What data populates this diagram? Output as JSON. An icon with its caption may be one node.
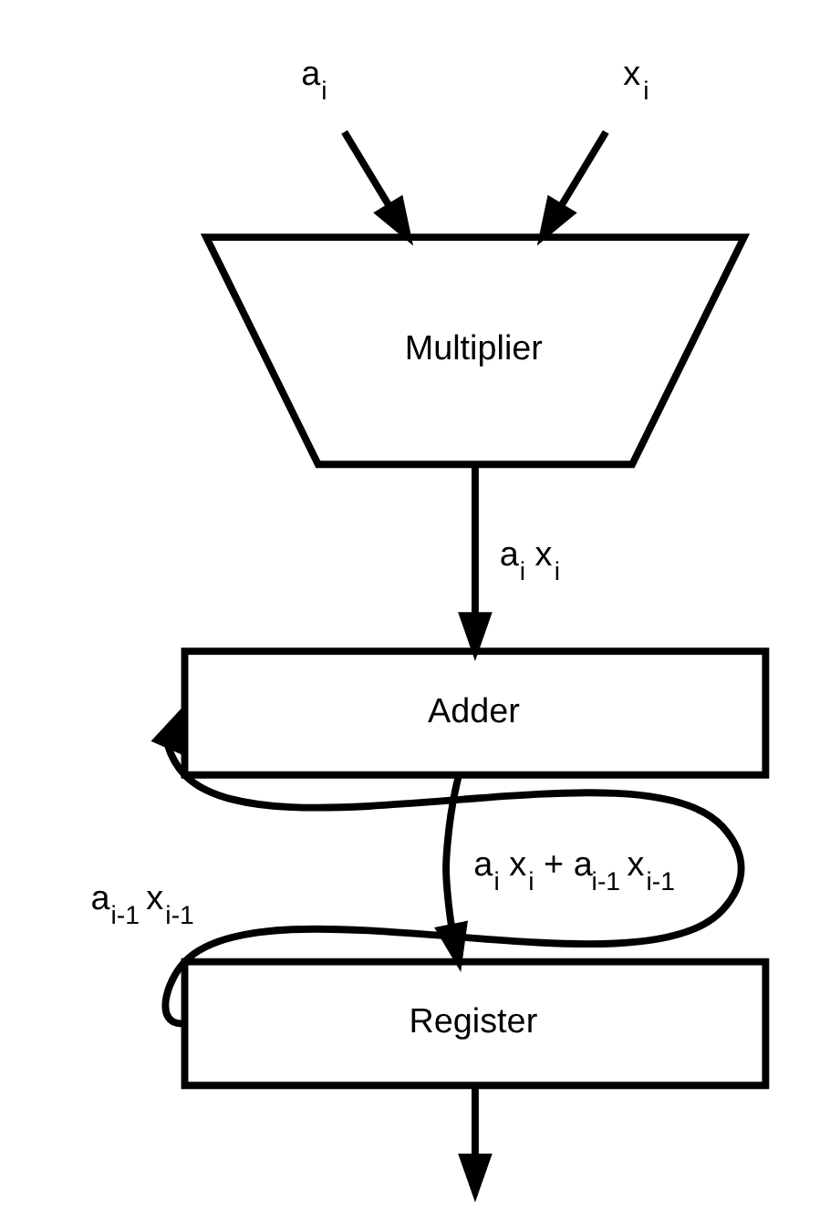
{
  "diagram": {
    "nodes": [
      {
        "text": [
          "a$_{i}$"
        ]
      },
      {
        "text": [
          "x$_{i}$"
        ]
      },
      {
        "text": [
          "Multiplier"
        ]
      },
      {
        "text": [
          "Adder"
        ]
      },
      {
        "text": [
          "Register"
        ]
      }
    ],
    "edges": [
      {
        "from": 0,
        "to": 2,
        "arrow": "to"
      },
      {
        "from": 1,
        "to": 2,
        "arrow": "to"
      },
      {
        "from": 2,
        "to": 3,
        "label": "a$_{i}$ x$_{i}$",
        "arrow": "to"
      },
      {
        "from": 3,
        "to": 4,
        "label": "a$_{i}$ x$_{i}$ + a$_{i-1}$ x$_{i-1}$",
        "arrow": "to"
      },
      {
        "from": 4,
        "to": null,
        "arrow": "to"
      },
      {
        "from": 4,
        "to": 3,
        "label": "a$_{i-1}$ x$_{i-1}$",
        "arrow": "to"
      }
    ]
  }
}
